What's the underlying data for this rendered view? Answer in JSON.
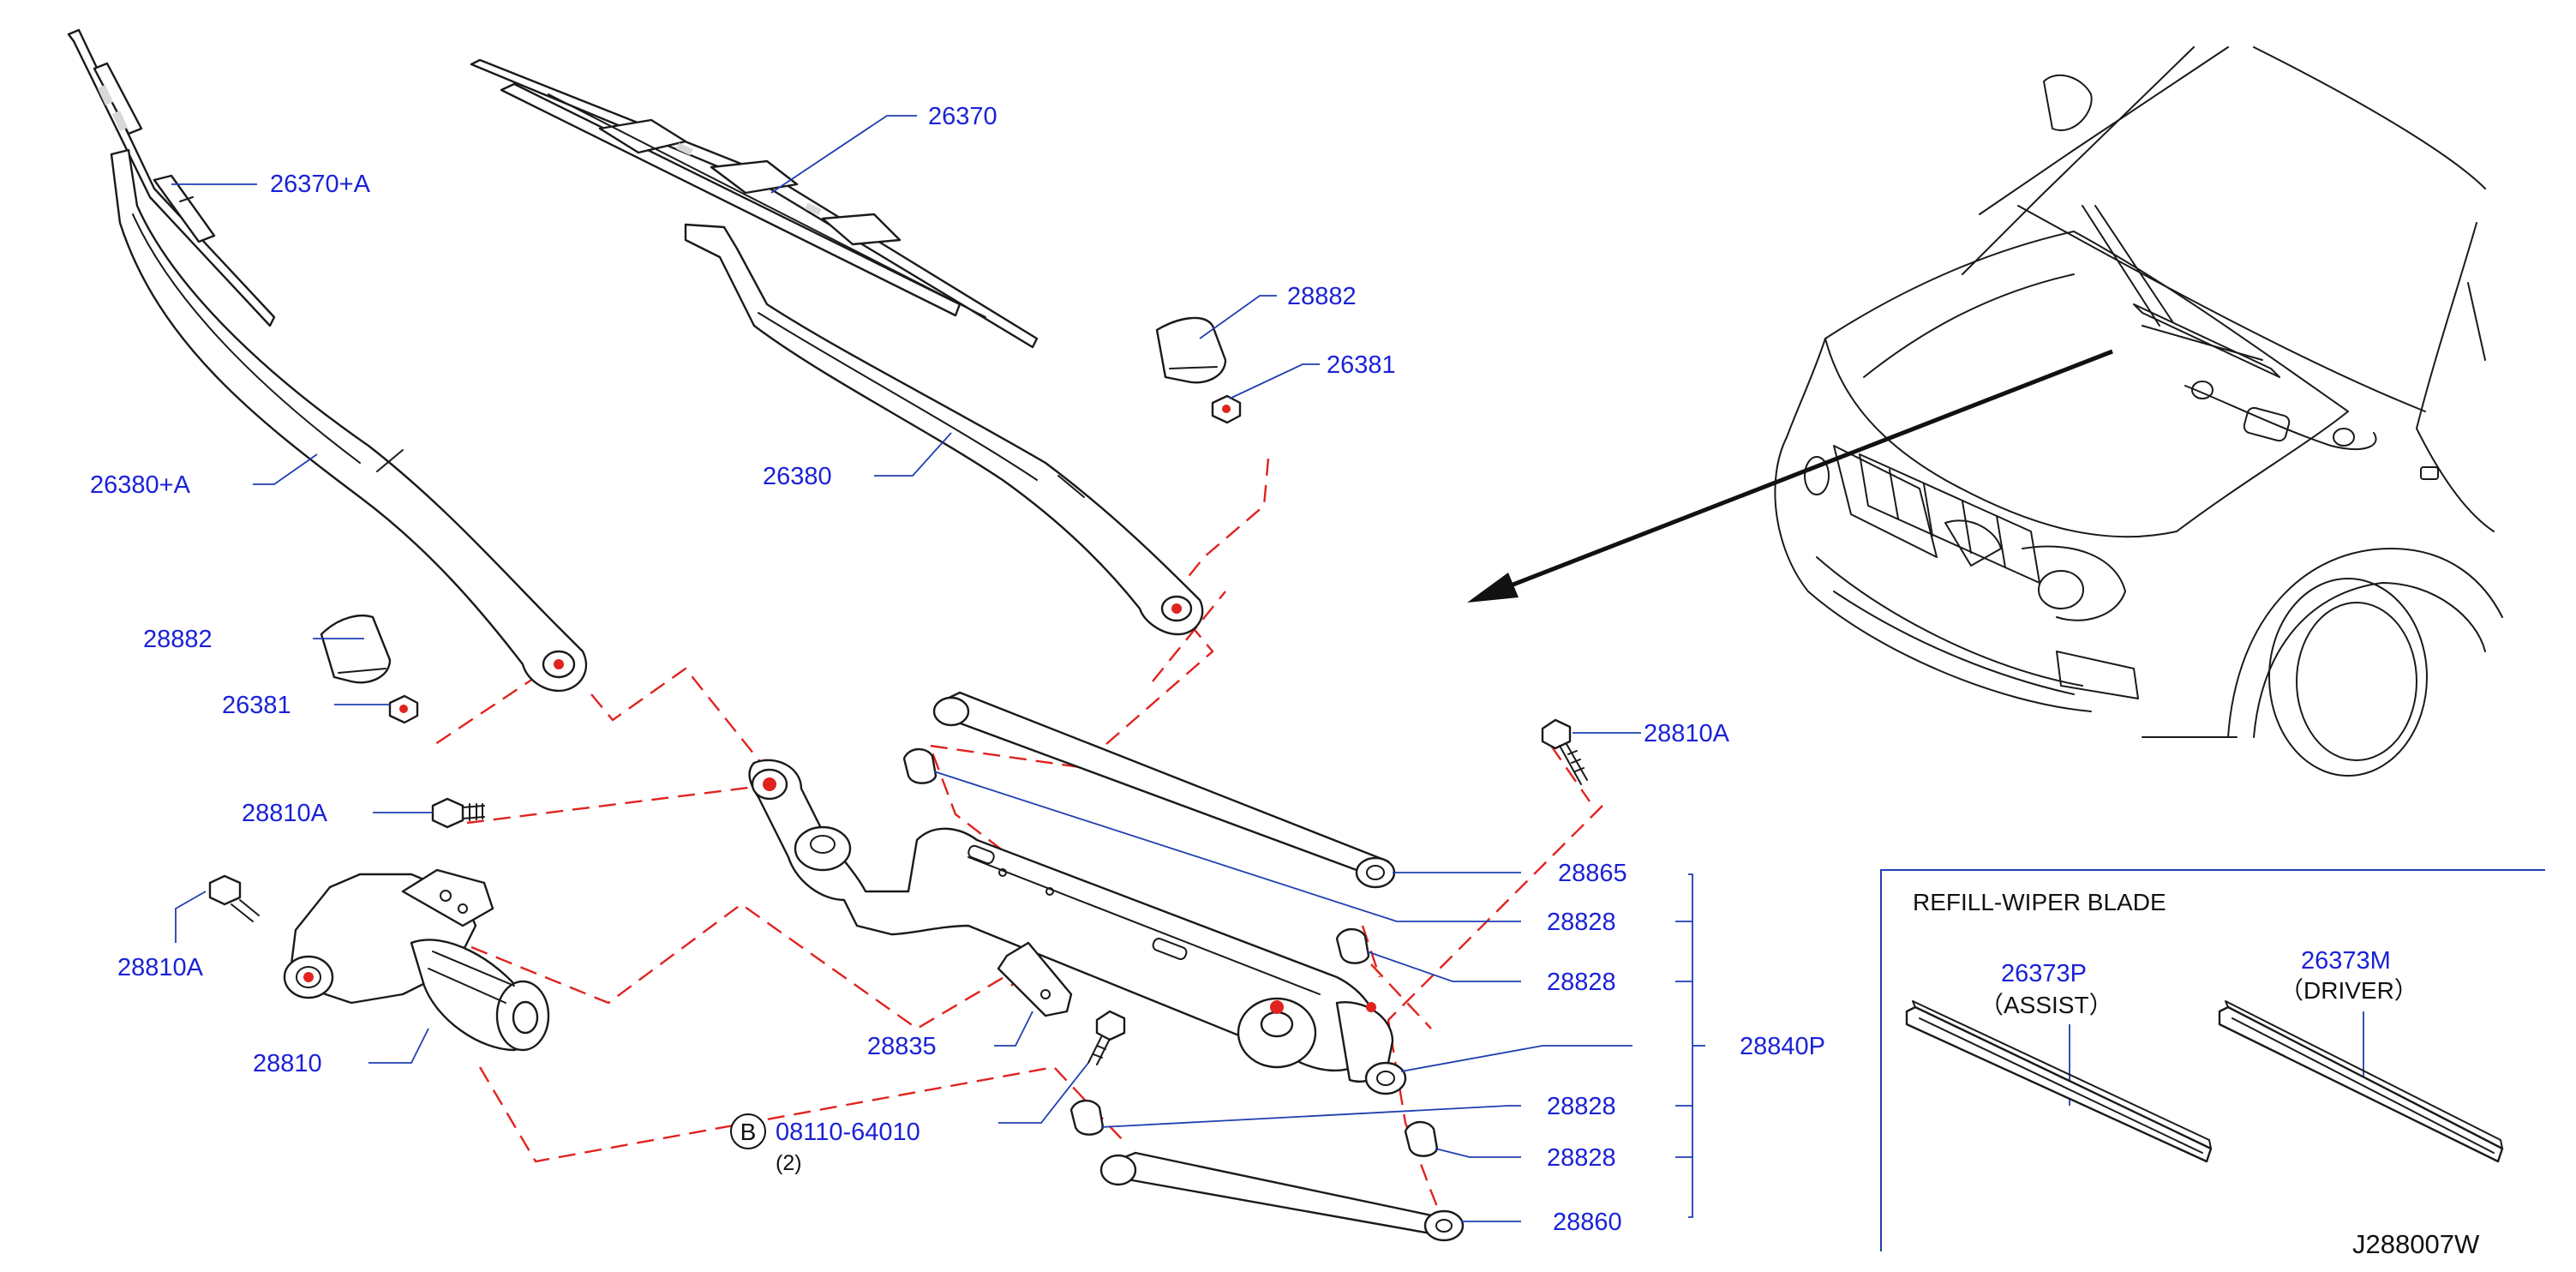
{
  "parts": {
    "p26370a": "26370+A",
    "p26370": "26370",
    "p26380a": "26380+A",
    "p26380": "26380",
    "p28882_top": "28882",
    "p26381_top": "26381",
    "p28882_left": "28882",
    "p26381_left": "26381",
    "p28810a_right": "28810A",
    "p28810a_mid": "28810A",
    "p28810a_left": "28810A",
    "p28810": "28810",
    "p28835": "28835",
    "bolt_code": "08110-64010",
    "bolt_qty": "(2)",
    "bolt_marker": "B",
    "p28865": "28865",
    "p28828_1": "28828",
    "p28828_2": "28828",
    "p28828_3": "28828",
    "p28828_4": "28828",
    "p28840p": "28840P",
    "p28860": "28860"
  },
  "refill": {
    "title": "REFILL-WIPER   BLADE",
    "assist_code": "26373P",
    "assist_label": "（ASSIST）",
    "driver_code": "26373M",
    "driver_label": "（DRIVER）"
  },
  "diagram_id": "J288007W",
  "colors": {
    "callout": "#1a22d6",
    "leader": "#1f3fb0",
    "dashed": "#e0231f",
    "line": "#1a1a1a"
  }
}
